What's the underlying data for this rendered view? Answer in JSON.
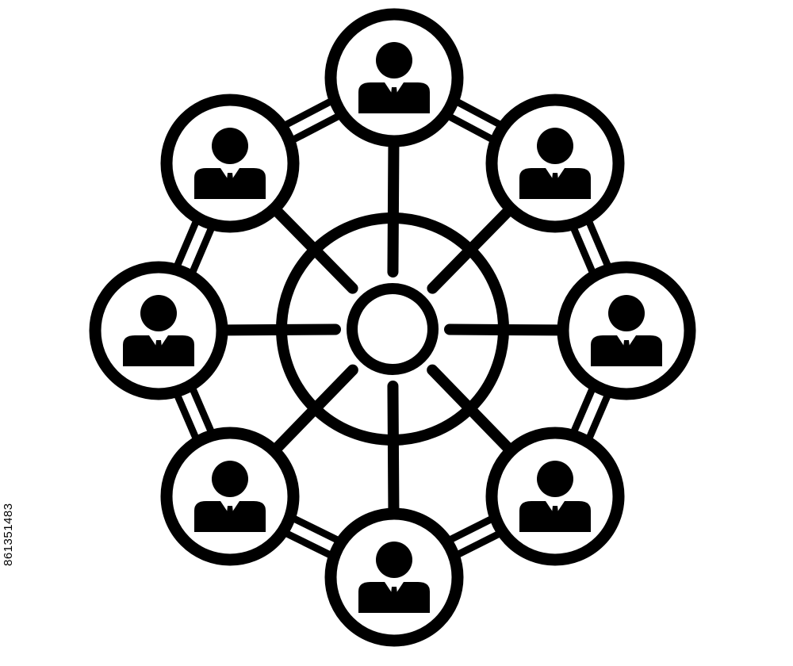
{
  "diagram": {
    "type": "people-network-icon",
    "hub": {
      "shape": "circle",
      "rings": 2
    },
    "nodes": [
      {
        "icon": "person-icon"
      },
      {
        "icon": "person-icon"
      },
      {
        "icon": "person-icon"
      },
      {
        "icon": "person-icon"
      },
      {
        "icon": "person-icon"
      },
      {
        "icon": "person-icon"
      },
      {
        "icon": "person-icon"
      },
      {
        "icon": "person-icon"
      }
    ],
    "colors": {
      "stroke": "#000000",
      "fill": "#ffffff",
      "background": "#ffffff"
    }
  },
  "watermark": {
    "stock_id": "861351483"
  }
}
